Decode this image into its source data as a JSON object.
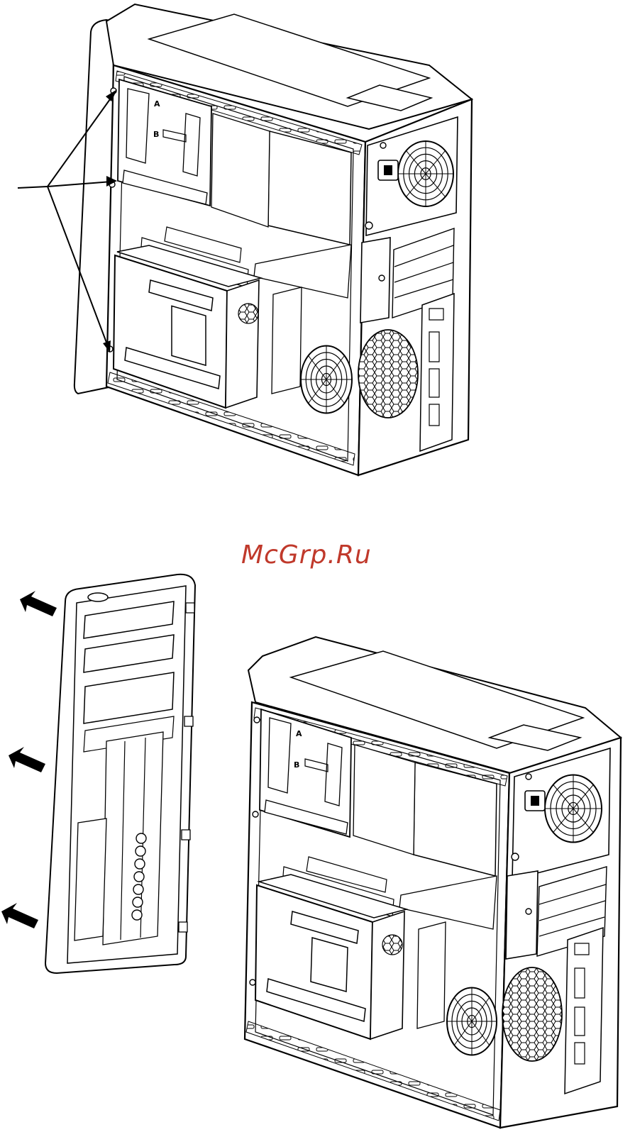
{
  "watermark": {
    "text": "McGrp.Ru",
    "color": "#c0392b"
  },
  "top_figure": {
    "labels": {
      "bay_a": "A",
      "bay_b": "B"
    },
    "callout_arrow_count": 3
  },
  "bottom_figure": {
    "labels": {
      "bay_a": "A",
      "bay_b": "B"
    },
    "removal_arrow_count": 3
  },
  "icons": [
    "callout-arrow-icon",
    "removal-direction-arrow-icon",
    "fan-icon",
    "power-socket-icon"
  ]
}
